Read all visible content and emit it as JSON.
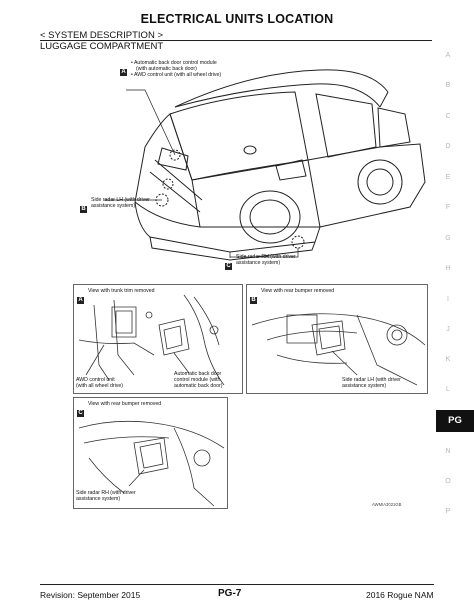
{
  "header": {
    "title": "ELECTRICAL UNITS LOCATION",
    "breadcrumb": "< SYSTEM DESCRIPTION >",
    "section": "LUGGAGE COMPARTMENT"
  },
  "side_index": [
    "A",
    "B",
    "C",
    "D",
    "E",
    "F",
    "G",
    "H",
    "I",
    "J",
    "K",
    "L",
    "PG",
    "N",
    "O",
    "P"
  ],
  "active_tab": "PG",
  "overview": {
    "callout_a": {
      "letter": "A",
      "lines": [
        "• Automatic back door control module",
        "(with automatic back door)",
        "• AWD control unit (with all wheel drive)"
      ]
    },
    "callout_b": {
      "letter": "B",
      "lines": [
        "Side radar LH (with driver",
        "assistance system)"
      ]
    },
    "callout_c": {
      "letter": "C",
      "lines": [
        "Side radar RH (with driver",
        "assistance system)"
      ]
    }
  },
  "panels": {
    "a": {
      "letter": "A",
      "caption": "View with trunk trim removed",
      "label_left": [
        "AWD control unit",
        "(with all wheel drive)"
      ],
      "label_right": [
        "Automatic back door",
        "control module (with",
        "automatic back door)"
      ]
    },
    "b": {
      "letter": "B",
      "caption": "View with rear bumper removed",
      "label": [
        "Side radar LH (with driver",
        "assistance system)"
      ]
    },
    "c": {
      "letter": "C",
      "caption": "View with rear bumper removed",
      "label": [
        "Side radar RH (with driver",
        "assistance system)"
      ]
    }
  },
  "figure_code": "AWMIA3021GB",
  "footer": {
    "revision": "Revision: September 2015",
    "page": "PG-7",
    "model": "2016 Rogue NAM"
  }
}
